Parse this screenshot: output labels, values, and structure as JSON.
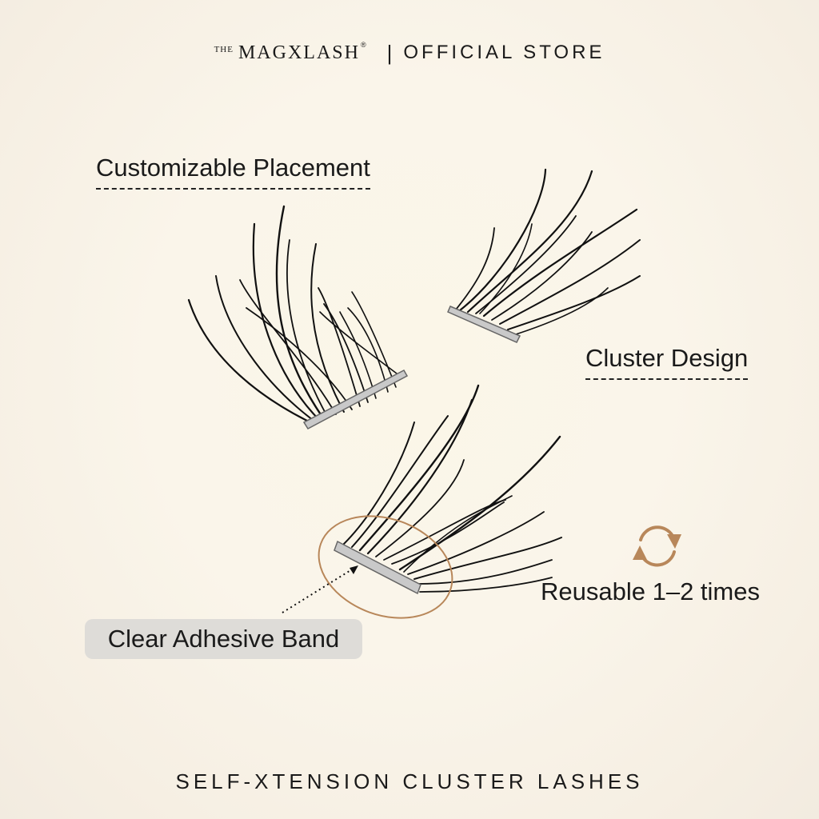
{
  "brand": {
    "prefix": "THE",
    "name": "MAGXLASH",
    "registered_mark": "®",
    "separator": "|",
    "store_label": "OFFICIAL STORE"
  },
  "features": {
    "customizable": "Customizable Placement",
    "cluster": "Cluster Design",
    "adhesive": "Clear Adhesive Band",
    "reusable": "Reusable 1–2 times"
  },
  "footer": {
    "product_name": "SELF-XTENSION CLUSTER LASHES"
  },
  "icons": {
    "reuse": "refresh-cycle-icon"
  },
  "colors": {
    "accent": "#b8875a",
    "text": "#1a1a1a",
    "pill_bg": "#dedcd8"
  }
}
